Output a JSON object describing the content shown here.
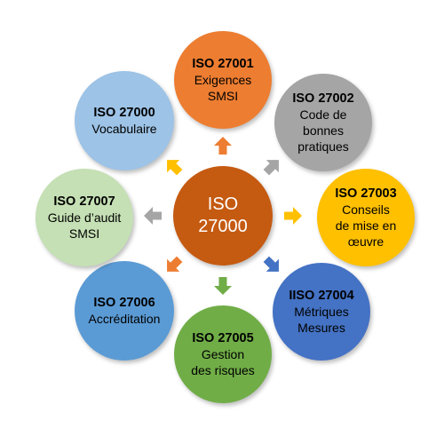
{
  "center": {
    "lines": [
      "ISO",
      "27000"
    ],
    "color": "#c55a11",
    "text_color": "#ffffff"
  },
  "nodes": [
    {
      "id": "27001",
      "title": "ISO 27001",
      "lines": [
        "Exigences",
        "SMSI"
      ],
      "color": "#ed7d31",
      "text_color": "#000000",
      "icon": "up-arrow-icon",
      "arrow_color": "#ed7d31"
    },
    {
      "id": "27002",
      "title": "ISO 27002",
      "lines": [
        "Code de",
        "bonnes",
        "pratiques"
      ],
      "color": "#a5a5a5",
      "text_color": "#000000",
      "icon": "up-right-arrow-icon",
      "arrow_color": "#a5a5a5"
    },
    {
      "id": "27003",
      "title": "ISO 27003",
      "lines": [
        "Conseils",
        "de mise en",
        "œuvre"
      ],
      "color": "#ffc000",
      "text_color": "#000000",
      "icon": "right-arrow-icon",
      "arrow_color": "#ffc000"
    },
    {
      "id": "27004",
      "title": "IISO 27004",
      "lines": [
        "Métriques",
        "Mesures"
      ],
      "color": "#4472c4",
      "text_color": "#000000",
      "icon": "down-right-arrow-icon",
      "arrow_color": "#4472c4"
    },
    {
      "id": "27005",
      "title": "ISO 27005",
      "lines": [
        "Gestion",
        "des risques"
      ],
      "color": "#70ad47",
      "text_color": "#000000",
      "icon": "down-arrow-icon",
      "arrow_color": "#70ad47"
    },
    {
      "id": "27006",
      "title": "ISO 27006",
      "lines": [
        "Accréditation"
      ],
      "color": "#5b9bd5",
      "text_color": "#000000",
      "icon": "down-left-arrow-icon",
      "arrow_color": "#ed7d31"
    },
    {
      "id": "27007",
      "title": "ISO 27007",
      "lines": [
        "Guide d’audit",
        "SMSI"
      ],
      "color": "#c5e0b4",
      "text_color": "#000000",
      "icon": "left-arrow-icon",
      "arrow_color": "#a5a5a5"
    },
    {
      "id": "27000",
      "title": "ISO 27000",
      "lines": [
        "Vocabulaire"
      ],
      "color": "#9dc3e6",
      "text_color": "#000000",
      "icon": "up-left-arrow-icon",
      "arrow_color": "#ffc000"
    }
  ]
}
